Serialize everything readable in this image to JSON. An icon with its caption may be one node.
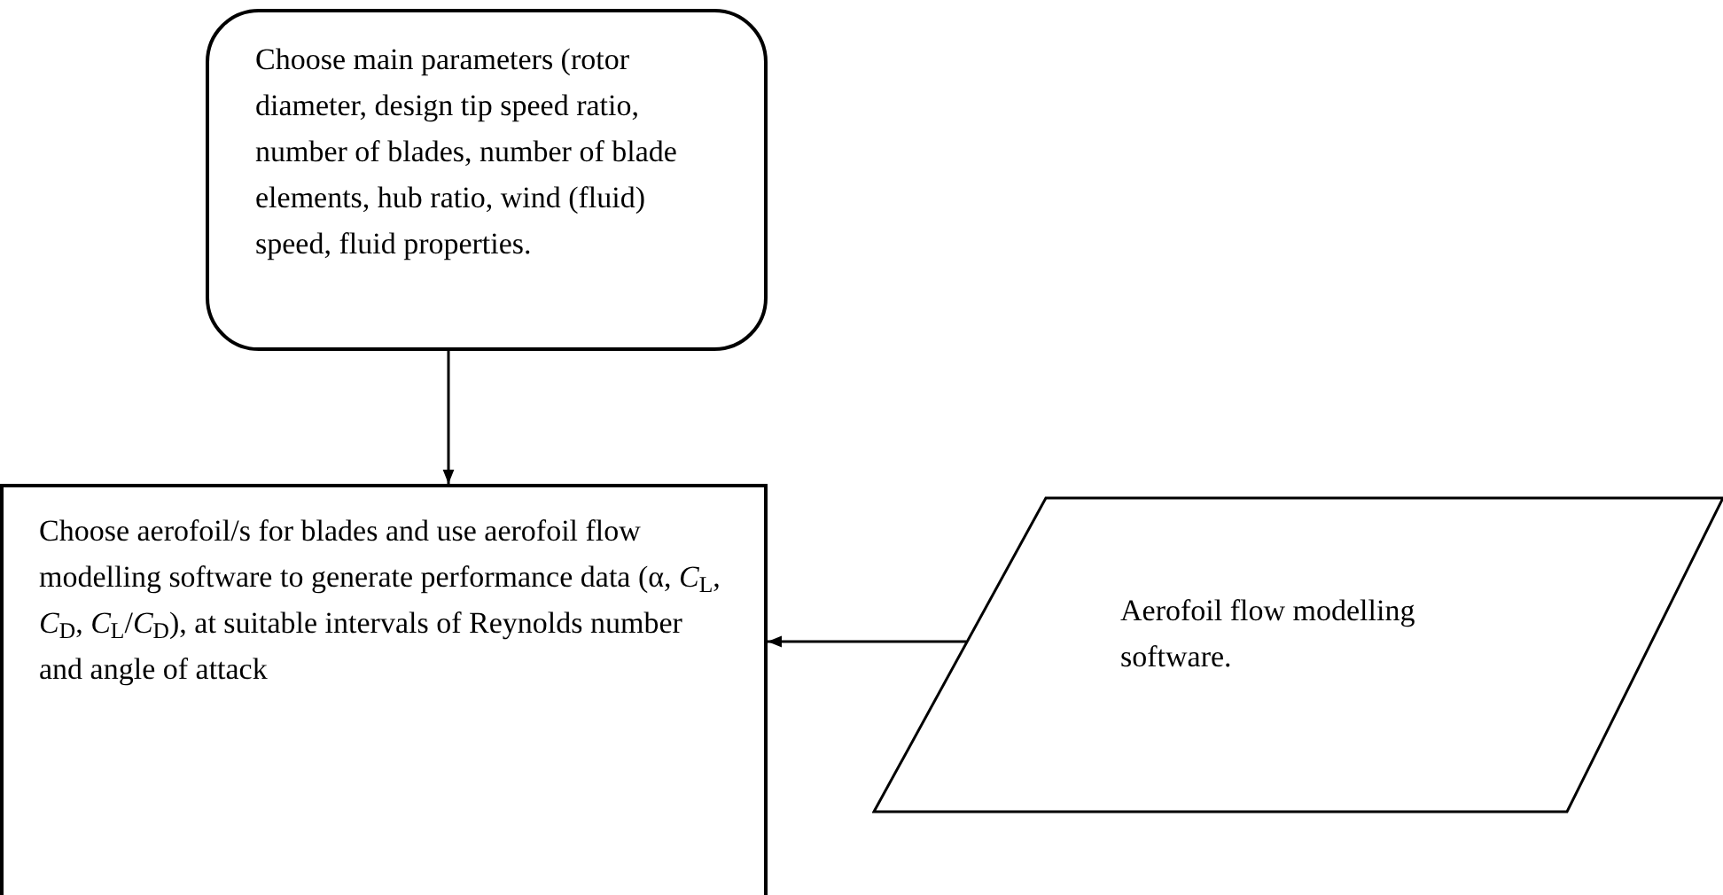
{
  "diagram": {
    "nodes": [
      {
        "text": [
          "Choose main parameters (rotor diameter, design tip speed ratio, number of blades, number of blade elements, hub ratio, wind (fluid) speed, fluid properties."
        ]
      },
      {
        "text": [
          "Choose aerofoil/s for blades and use aerofoil flow modelling software to generate performance data (α, *C*$_{L}$, *C*$_{D}$, *C*$_{L}$/*C*$_{D}$), at suitable intervals of Reynolds number and angle of attack"
        ]
      },
      {
        "text": [
          "Aerofoil flow modelling software."
        ]
      }
    ],
    "edges": [
      {
        "from": 0,
        "to": 1,
        "arrow": "to"
      },
      {
        "from": 2,
        "to": 1,
        "arrow": "to"
      }
    ]
  }
}
